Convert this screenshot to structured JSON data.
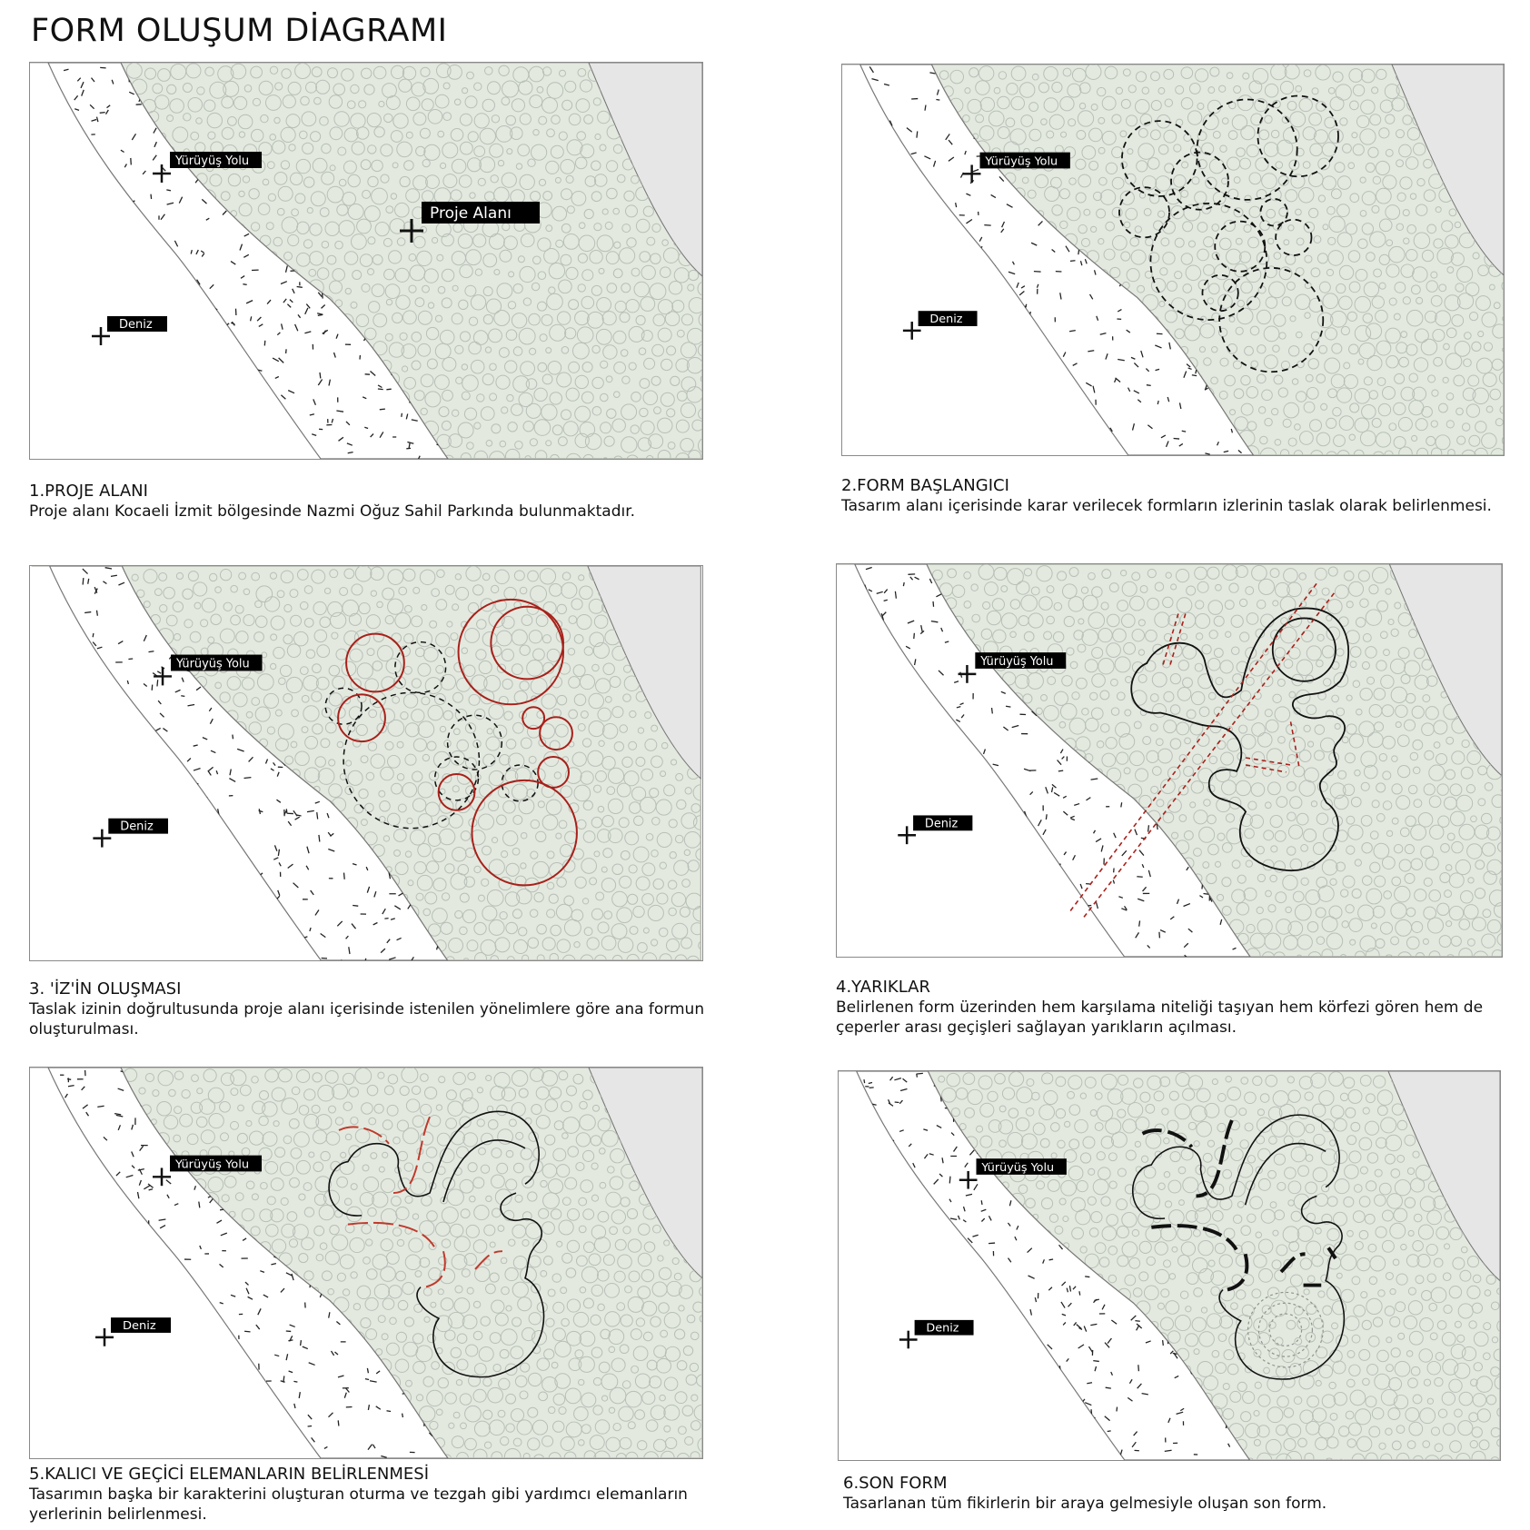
{
  "title": "FORM OLUŞUM DİAGRAMI",
  "labels": {
    "walkway": "Yürüyüş Yolu",
    "sea": "Deniz",
    "site": "Proje Alanı"
  },
  "colors": {
    "park": "#e3e9df",
    "shore": "#e6e6e6",
    "accent": "#a8201a",
    "ink": "#111111",
    "bubble": "#b8bfb6"
  },
  "steps": [
    {
      "title": "1.PROJE ALANI",
      "text": "Proje alanı Kocaeli İzmit bölgesinde Nazmi Oğuz Sahil Parkında bulunmaktadır."
    },
    {
      "title": "2.FORM BAŞLANGICI",
      "text": "Tasarım alanı içerisinde karar verilecek formların izlerinin taslak olarak belirlenmesi."
    },
    {
      "title": "3. 'İZ'İN OLUŞMASI",
      "text": "Taslak izinin doğrultusunda proje alanı içerisinde istenilen yönelimlere göre ana formun oluşturulması."
    },
    {
      "title": "4.YARIKLAR",
      "text": "Belirlenen form üzerinden hem karşılama niteliği taşıyan hem körfezi gören hem de çeperler arası geçişleri sağlayan yarıkların açılması."
    },
    {
      "title": "5.KALICI VE GEÇİCİ ELEMANLARIN BELİRLENMESİ",
      "text": "Tasarımın başka bir karakterini oluşturan oturma ve tezgah gibi yardımcı elemanların yerlerinin belirlenmesi."
    },
    {
      "title": "6.SON FORM",
      "text": "Tasarlanan tüm fikirlerin bir araya gelmesiyle oluşan son form."
    }
  ]
}
